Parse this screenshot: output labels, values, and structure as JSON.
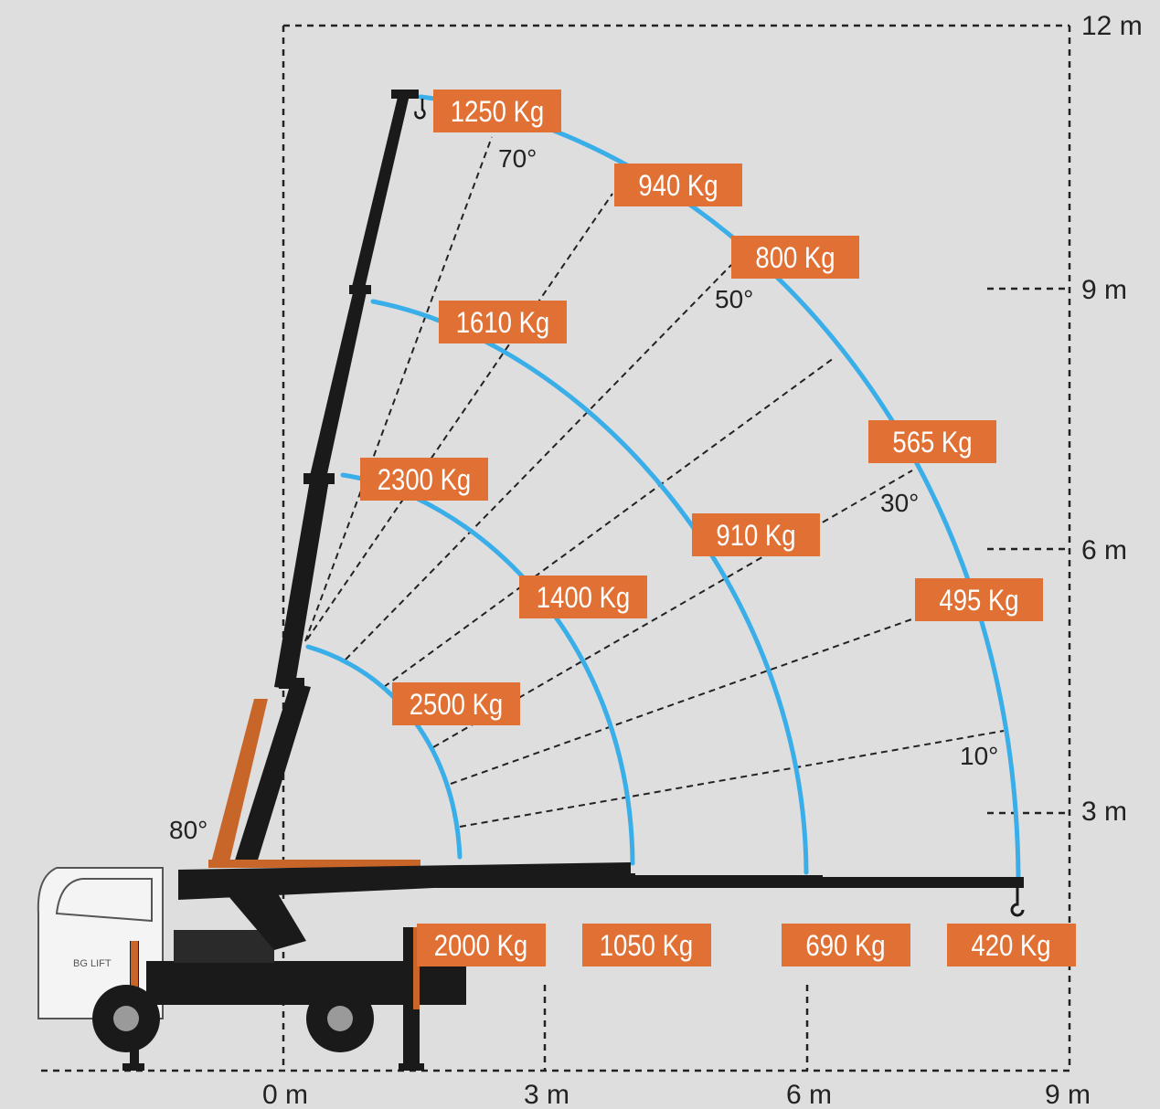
{
  "diagram": {
    "axis_labels": {
      "x": [
        "0 m",
        "3 m",
        "6 m",
        "9 m"
      ],
      "y": [
        "3 m",
        "6 m",
        "9 m",
        "12 m"
      ]
    },
    "angle_labels": [
      "80°",
      "70°",
      "50°",
      "30°",
      "10°"
    ],
    "load_labels": [
      "1250 Kg",
      "940 Kg",
      "800 Kg",
      "565 Kg",
      "495 Kg",
      "1610 Kg",
      "910 Kg",
      "2300 Kg",
      "1400 Kg",
      "2500 Kg",
      "2000 Kg",
      "1050 Kg",
      "690 Kg",
      "420 Kg"
    ],
    "truck_text": "BG LIFT",
    "colors": {
      "background": "#dedede",
      "arc": "#3aaee8",
      "label": "#e07033",
      "boom": "#1a1a1a",
      "orange_arm": "#c8662a"
    }
  }
}
